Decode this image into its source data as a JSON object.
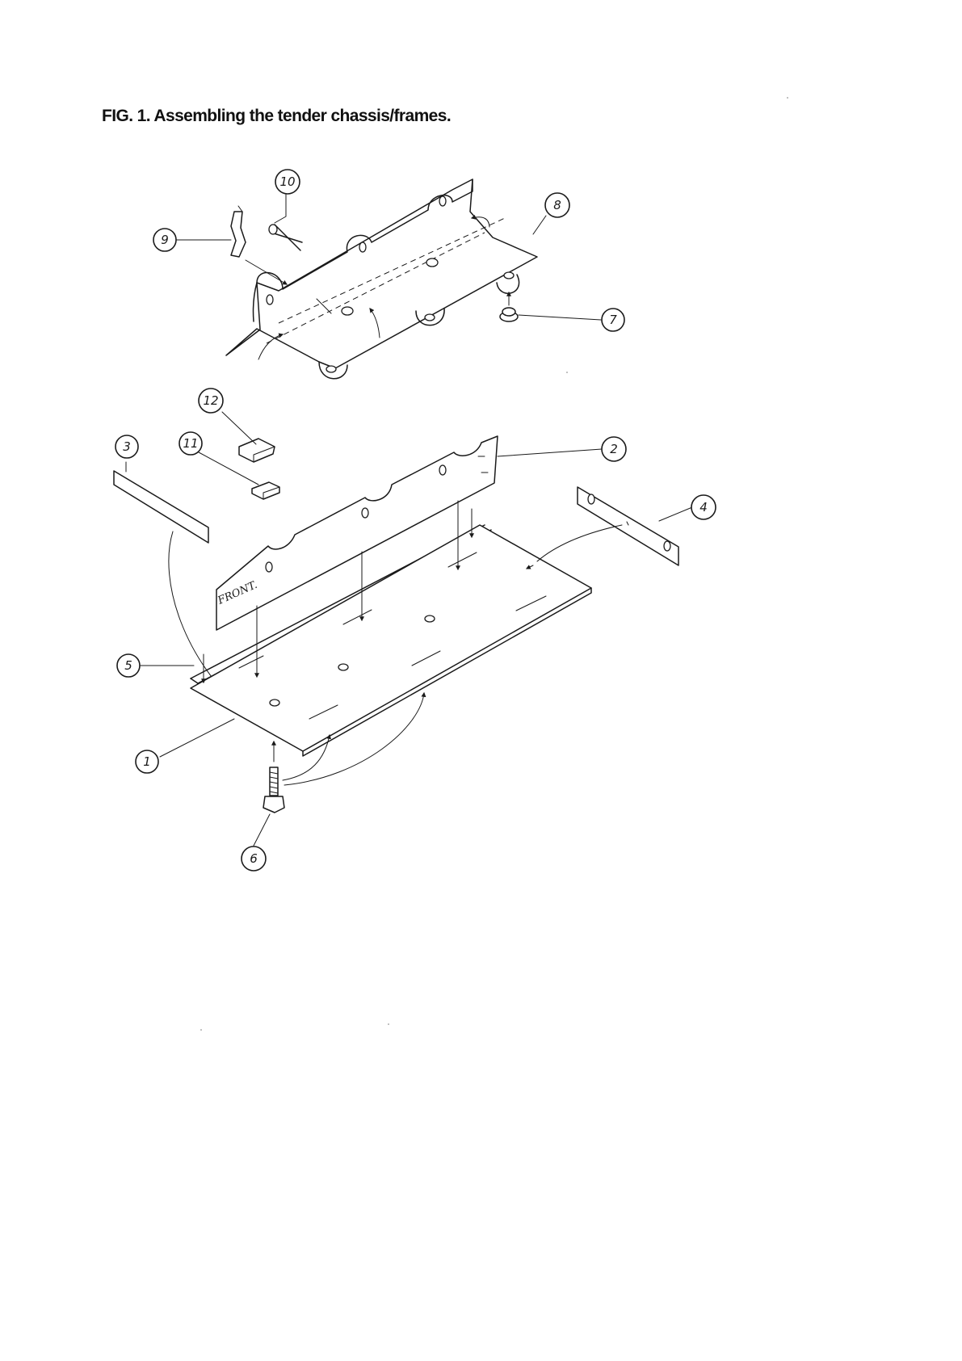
{
  "figure": {
    "title": "FIG. 1. Assembling the tender chassis/frames.",
    "front_label": "FRONT.",
    "callouts": [
      "1",
      "2",
      "3",
      "4",
      "5",
      "6",
      "7",
      "8",
      "9",
      "10",
      "11",
      "12"
    ]
  }
}
